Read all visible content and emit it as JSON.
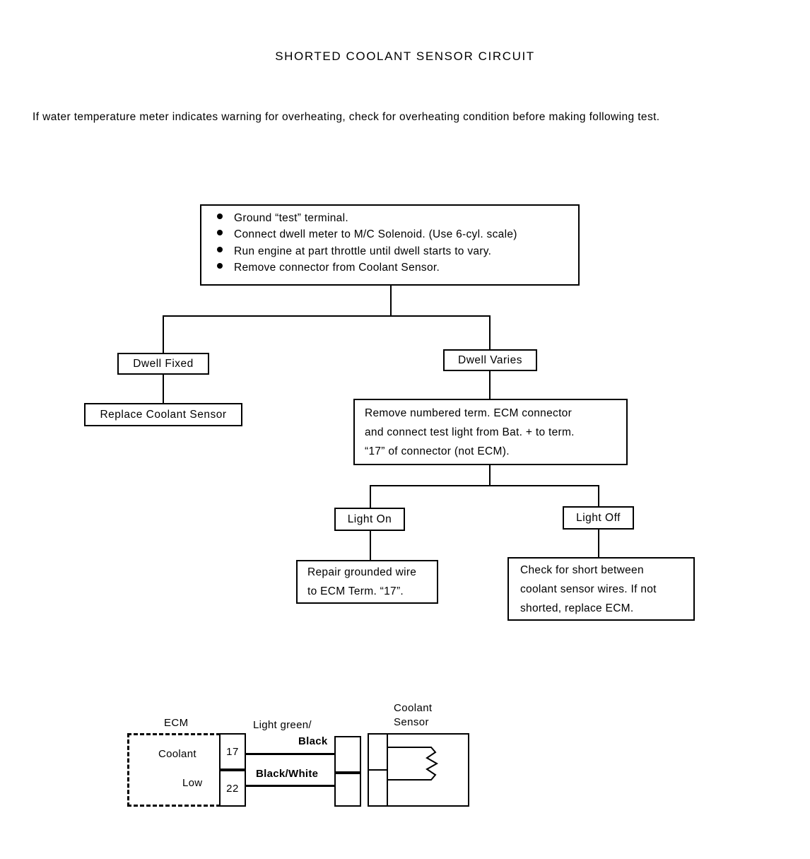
{
  "page": {
    "title": "SHORTED COOLANT SENSOR CIRCUIT",
    "intro": "If water temperature meter indicates warning for overheating, check for overheating condition before making following test."
  },
  "instructions": {
    "bullet_glyph": "bullet-dot",
    "items": [
      "Ground “test” terminal.",
      "Connect dwell meter to M/C Solenoid.  (Use 6-cyl. scale)",
      "Run engine at part throttle until dwell starts to vary.",
      "Remove connector from Coolant Sensor."
    ]
  },
  "flow": {
    "branch1": {
      "left_node": "Dwell Fixed",
      "left_result": "Replace Coolant Sensor",
      "right_node": "Dwell Varies",
      "right_action_lines": [
        "Remove numbered term.  ECM connector",
        "and connect test light from Bat.  + to term.",
        "“17” of connector (not ECM)."
      ]
    },
    "branch2": {
      "left_node": "Light On",
      "left_result_lines": [
        "Repair grounded wire",
        "to ECM Term. “17”."
      ],
      "right_node": "Light Off",
      "right_result_lines": [
        "Check for short between",
        "coolant sensor wires.  If not",
        "shorted, replace ECM."
      ]
    }
  },
  "schematic": {
    "ecm_label": "ECM",
    "sensor_label_line1": "Coolant",
    "sensor_label_line2": "Sensor",
    "pins": [
      {
        "name": "Coolant",
        "terminal": "17"
      },
      {
        "name": "Low",
        "terminal": "22"
      }
    ],
    "wires": [
      {
        "label_line1": "Light green/",
        "label_line2": "Black"
      },
      {
        "label_line1": "Black/White",
        "label_line2": ""
      }
    ]
  },
  "colors": {
    "ink": "#000000",
    "paper": "#ffffff"
  }
}
